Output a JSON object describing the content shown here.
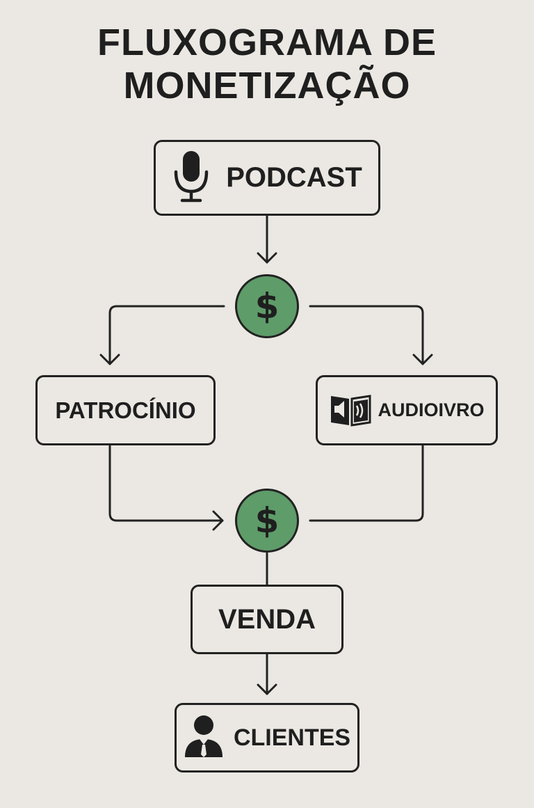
{
  "title": {
    "line1": "FLUXOGRAMA DE",
    "line2": "MONETIZAÇÃO"
  },
  "nodes": {
    "podcast": {
      "label": "PODCAST",
      "icon": "microphone-icon"
    },
    "coin_top": {
      "symbol": "$",
      "icon": "dollar-coin-icon"
    },
    "patrocinio": {
      "label": "PATROCÍNIO"
    },
    "audiolivro": {
      "label": "AUDIOIVRO",
      "icon": "audiobook-icon"
    },
    "coin_mid": {
      "symbol": "$",
      "icon": "dollar-coin-icon"
    },
    "venda": {
      "label": "VENDA"
    },
    "clientes": {
      "label": "CLIENTES",
      "icon": "person-icon"
    }
  },
  "colors": {
    "background": "#ebe8e3",
    "coin": "#5e9c69",
    "line": "#222222"
  }
}
